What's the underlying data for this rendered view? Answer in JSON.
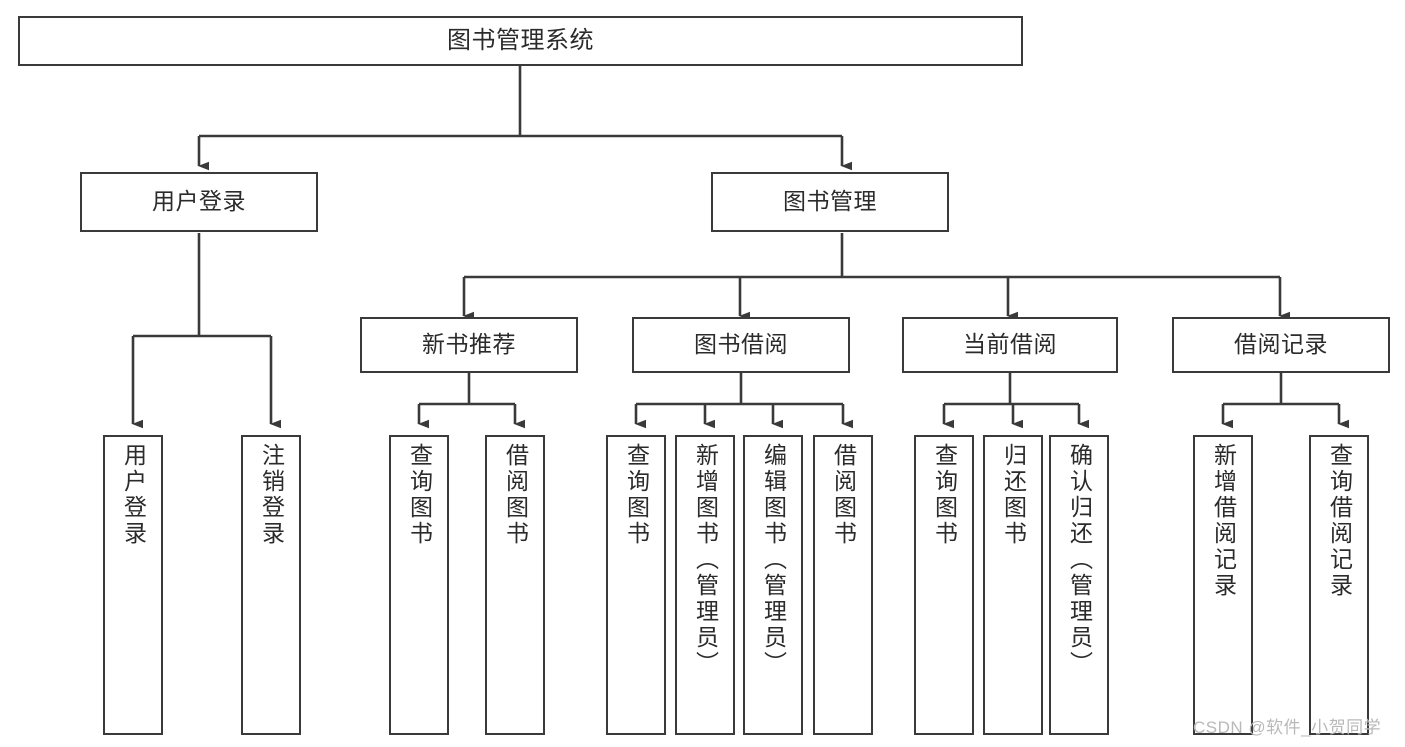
{
  "diagram": {
    "type": "tree-hierarchy",
    "title": "图书管理系统",
    "orientation": "top-down",
    "colors": {
      "background": "#ffffff",
      "node_fill": "#ffffff",
      "node_border": "#3a3a3a",
      "edge": "#3a3a3a",
      "text": "#2b2b2b",
      "watermark": "#b9b9b9"
    },
    "levels": {
      "root": {
        "label": "图书管理系统"
      },
      "level2": [
        {
          "label": "用户登录"
        },
        {
          "label": "图书管理"
        }
      ],
      "level3": [
        {
          "label": "新书推荐"
        },
        {
          "label": "图书借阅"
        },
        {
          "label": "当前借阅"
        },
        {
          "label": "借阅记录"
        }
      ],
      "leaves": {
        "user_login": [
          {
            "label": "用户登录"
          },
          {
            "label": "注销登录"
          }
        ],
        "new_book_recommend": [
          {
            "label": "查询图书"
          },
          {
            "label": "借阅图书"
          }
        ],
        "book_borrow": [
          {
            "label": "查询图书"
          },
          {
            "label": "新增图书（管理员）"
          },
          {
            "label": "编辑图书（管理员）"
          },
          {
            "label": "借阅图书"
          }
        ],
        "current_borrow": [
          {
            "label": "查询图书"
          },
          {
            "label": "归还图书"
          },
          {
            "label": "确认归还（管理员）"
          }
        ],
        "borrow_record": [
          {
            "label": "新增借阅记录"
          },
          {
            "label": "查询借阅记录"
          }
        ]
      }
    }
  },
  "watermark": {
    "text": "CSDN @软件_小贺同学"
  }
}
